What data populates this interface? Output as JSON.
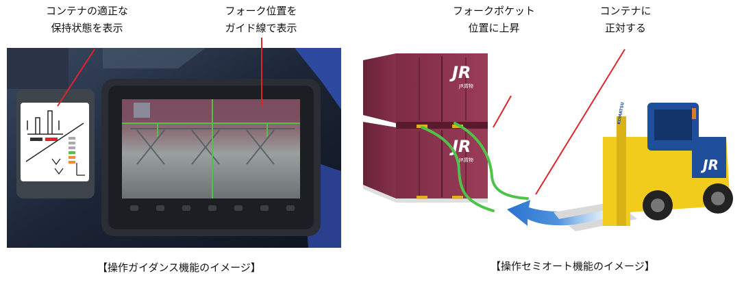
{
  "left_panel": {
    "annotation_status": [
      "コンテナの適正な",
      "保持状態を表示"
    ],
    "annotation_fork": [
      "フォーク位置を",
      "ガイド線で表示"
    ],
    "caption": "【操作ガイダンス機能のイメージ】"
  },
  "right_panel": {
    "annotation_pocket": [
      "フォークポケット",
      "位置に上昇"
    ],
    "annotation_align": [
      "コンテナに",
      "正対する"
    ],
    "caption": "【操作セミオート機能のイメージ】",
    "container_logo": "JR",
    "container_sub": "JR貨物",
    "forklift_brand": "KOMATSU",
    "forklift_logo": "JR"
  },
  "colors": {
    "guide_green": "#4fc24a",
    "arrow_blue": "#2f7fd6",
    "container": "#8e3550",
    "forklift_yellow": "#f2cc1d",
    "forklift_blue": "#1f4f9a",
    "pointer_red": "#e0232a"
  }
}
